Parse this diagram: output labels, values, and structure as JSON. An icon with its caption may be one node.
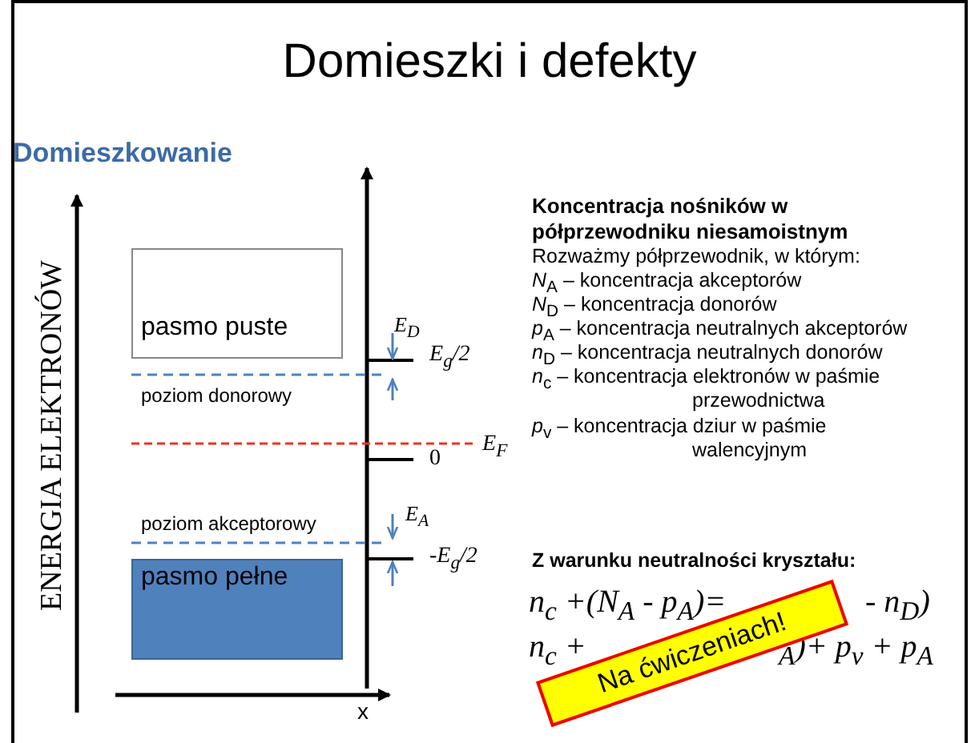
{
  "diagram": {
    "title": "Domieszki i defekty",
    "nodes": [
      {
        "text": [
          "pasmo puste"
        ]
      },
      {
        "text": [
          "pasmo pełne"
        ]
      },
      {
        "text": [
          "Na ćwiczeniach!"
        ]
      }
    ],
    "edges": [],
    "labels": [
      "Domieszkowanie",
      "ENERGIA ELEKTRONÓW",
      "E$_{D}$",
      "E$_{g}$/2",
      "poziom donorowy",
      "E$_{F}$",
      "0",
      "poziom akceptorowy",
      "E$_{A}$",
      "-E$_{g}$/2",
      "x",
      "Koncentracja nośników w półprzewodniku niesamoistnym",
      "Rozważmy półprzewodnik, w którym:",
      "*N*$_{A}$ – koncentracja akceptorów",
      "*N*$_{D}$ – koncentracja donorów",
      "*p*$_{A}$ – koncentracja neutralnych akceptorów",
      "*n*$_{D}$ – koncentracja neutralnych donorów",
      "*n*$_{c}$ – koncentracja elektronów w paśmie przewodnictwa",
      "*p*$_{v}$ – koncentracja dziur w paśmie walencyjnym",
      "Z warunku neutralności kryształu:",
      "n$_{c}$ +(N$_{A}$ - p$_{A}$)=",
      "- n$_{D}$)",
      "n$_{c}$ +",
      "$_{A}$)+ p$_{v}$ + p$_{A}$"
    ]
  }
}
